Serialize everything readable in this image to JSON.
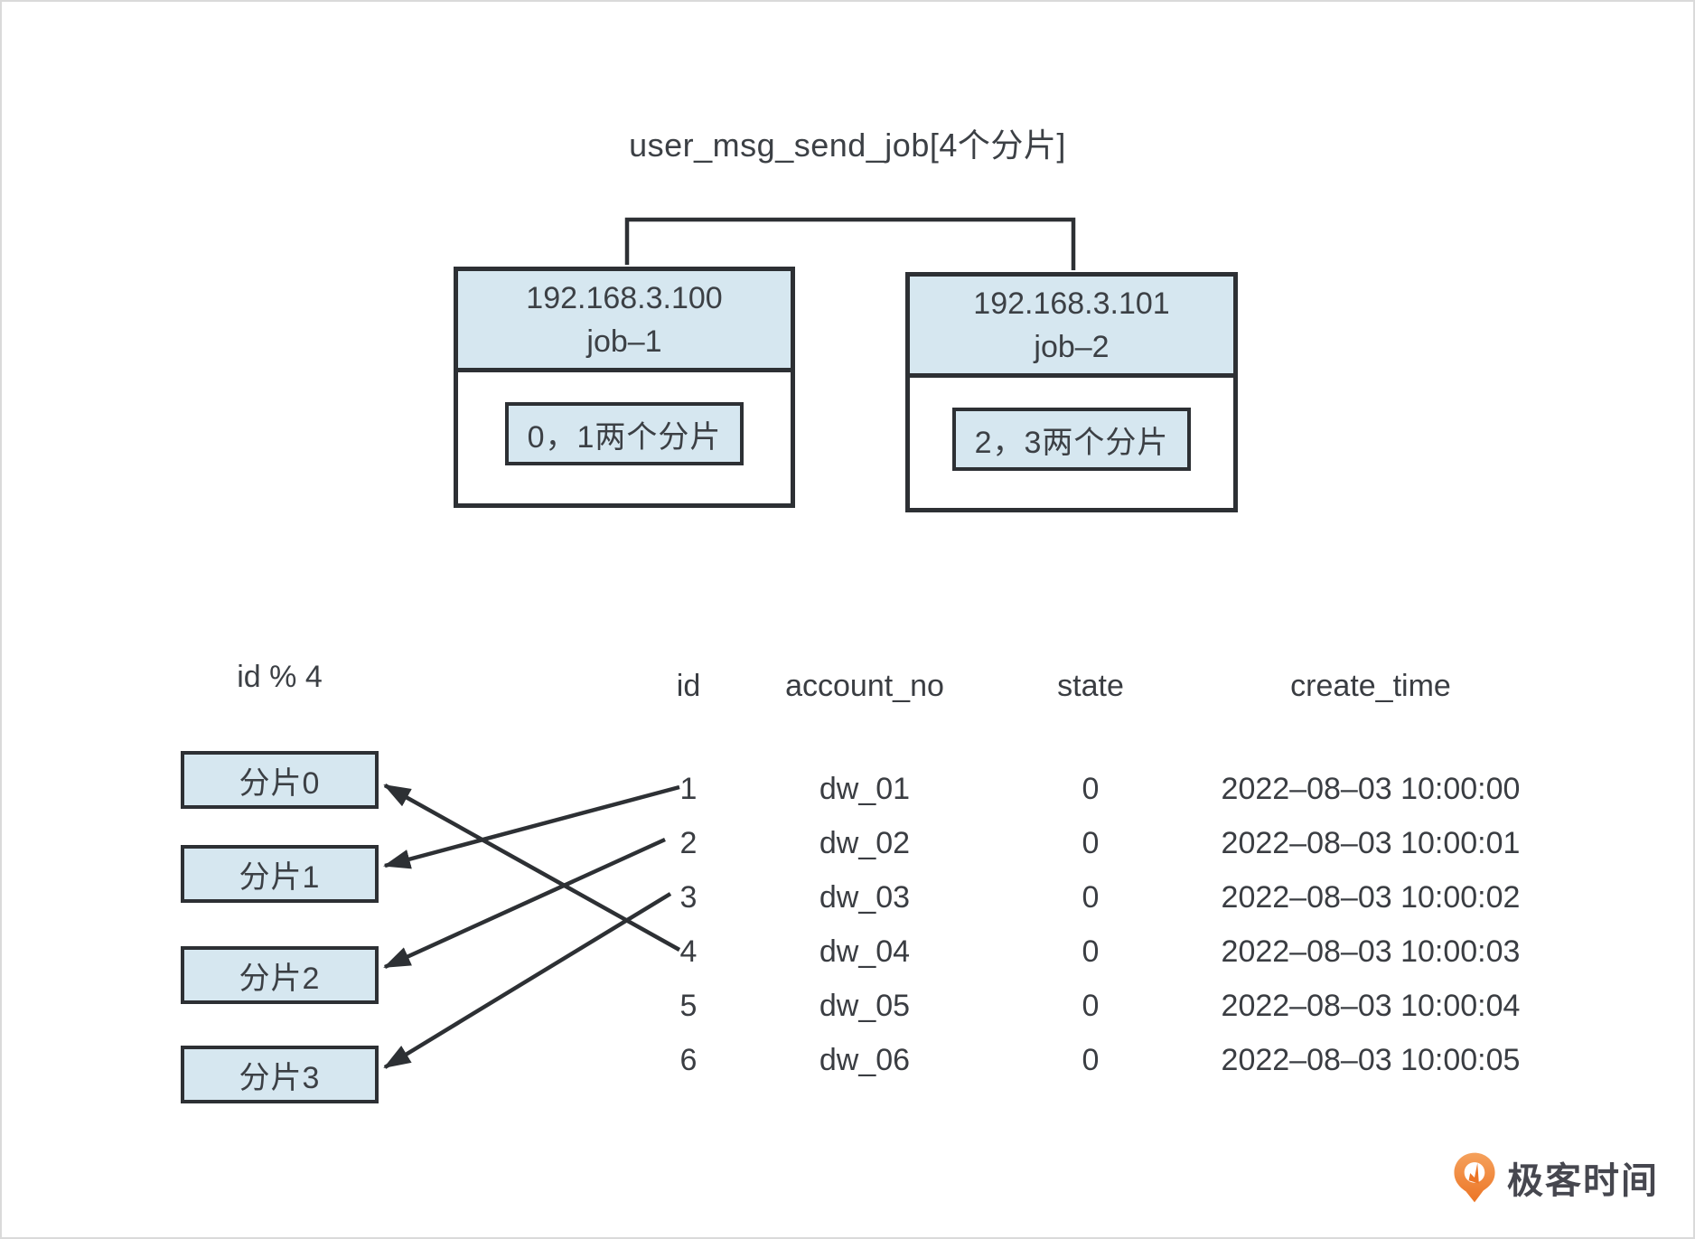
{
  "title": "user_msg_send_job[4个分片]",
  "jobs": [
    {
      "ip": "192.168.3.100",
      "name": "job–1",
      "shards_label": "0，1两个分片"
    },
    {
      "ip": "192.168.3.101",
      "name": "job–2",
      "shards_label": "2，3两个分片"
    }
  ],
  "mod_label": "id % 4",
  "shards": [
    "分片0",
    "分片1",
    "分片2",
    "分片3"
  ],
  "table": {
    "columns": [
      "id",
      "account_no",
      "state",
      "create_time"
    ],
    "rows": [
      [
        "1",
        "dw_01",
        "0",
        "2022–08–03 10:00:00"
      ],
      [
        "2",
        "dw_02",
        "0",
        "2022–08–03 10:00:01"
      ],
      [
        "3",
        "dw_03",
        "0",
        "2022–08–03 10:00:02"
      ],
      [
        "4",
        "dw_04",
        "0",
        "2022–08–03 10:00:03"
      ],
      [
        "5",
        "dw_05",
        "0",
        "2022–08–03 10:00:04"
      ],
      [
        "6",
        "dw_06",
        "0",
        "2022–08–03 10:00:05"
      ]
    ]
  },
  "arrows": [
    {
      "id": "1",
      "shard": "分片1"
    },
    {
      "id": "2",
      "shard": "分片2"
    },
    {
      "id": "3",
      "shard": "分片3"
    },
    {
      "id": "4",
      "shard": "分片0"
    }
  ],
  "logo": {
    "text": "极客时间"
  },
  "colors": {
    "box_fill": "#d6e7f0",
    "line": "#2d3034",
    "orange": "#ef8030"
  }
}
